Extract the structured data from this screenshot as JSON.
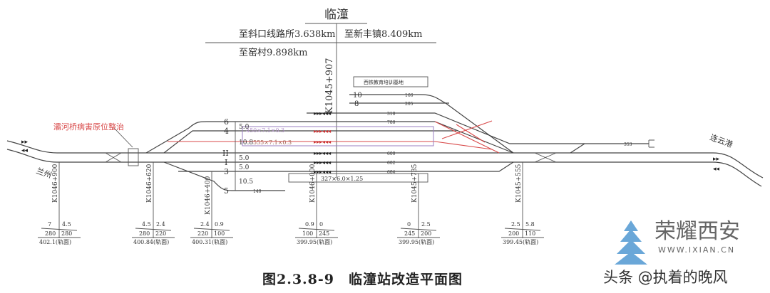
{
  "header": {
    "station": "临潼",
    "to_xiekou": "至斜口线路所3.638km",
    "to_xinfeng": "至新丰镇8.409km",
    "to_yaocun": "至窑村9.898km",
    "center_mileage": "K1045+907"
  },
  "annotation": {
    "repair": "灞河桥病害原位整治",
    "color": "#d84a4a"
  },
  "directions": {
    "west": "兰州",
    "east": "连云港"
  },
  "tracks": {
    "labels": [
      "10",
      "8",
      "6",
      "4",
      "II",
      "I",
      "3",
      "5"
    ],
    "spacings": [
      "5.0",
      "10.8",
      "5.0",
      "5.0",
      "10.5"
    ],
    "lengths": [
      "166",
      "205",
      "310",
      "780",
      "600",
      "602",
      "604",
      "140",
      "353"
    ]
  },
  "facilities": {
    "building": "西铁教育培训基地",
    "platform": "327×6.0×1.25",
    "platform_new": "555×7.1×0.3",
    "platform_new2": "450×7.1×0.3"
  },
  "profile": [
    {
      "mileage": "K1046+900",
      "grade_l": "7",
      "grade_r": "4.5",
      "len_l": "280",
      "len_r": "280",
      "elev": "402.1(轨面)"
    },
    {
      "mileage": "K1046+620",
      "grade_l": "4.5",
      "grade_r": "2.4",
      "len_l": "280",
      "len_r": "220",
      "elev": "400.84(轨面)"
    },
    {
      "mileage": "K1046+400",
      "grade_l": "2.4",
      "grade_r": "0.9",
      "len_l": "220",
      "len_r": "100",
      "elev": "400.31(轨面)"
    },
    {
      "mileage": "K1046+000",
      "grade_l": "0.9",
      "grade_r": "0",
      "len_l": "100",
      "len_r": "245",
      "elev": "399.95(轨面)"
    },
    {
      "mileage": "K1045+735",
      "grade_l": "0",
      "grade_r": "2.5",
      "len_l": "245",
      "len_r": "200",
      "elev": "399.95(轨面)"
    },
    {
      "mileage": "K1045+555",
      "grade_l": "2.5",
      "grade_r": "5.8",
      "len_l": "200",
      "len_r": "110",
      "elev": "399.45(轨面)"
    }
  ],
  "caption": "图2.3.8-9　临潼站改造平面图",
  "watermark": {
    "title": "荣耀西安",
    "url": "WWW.IXIAN.CN",
    "author": "头条 @执着的晚风"
  }
}
